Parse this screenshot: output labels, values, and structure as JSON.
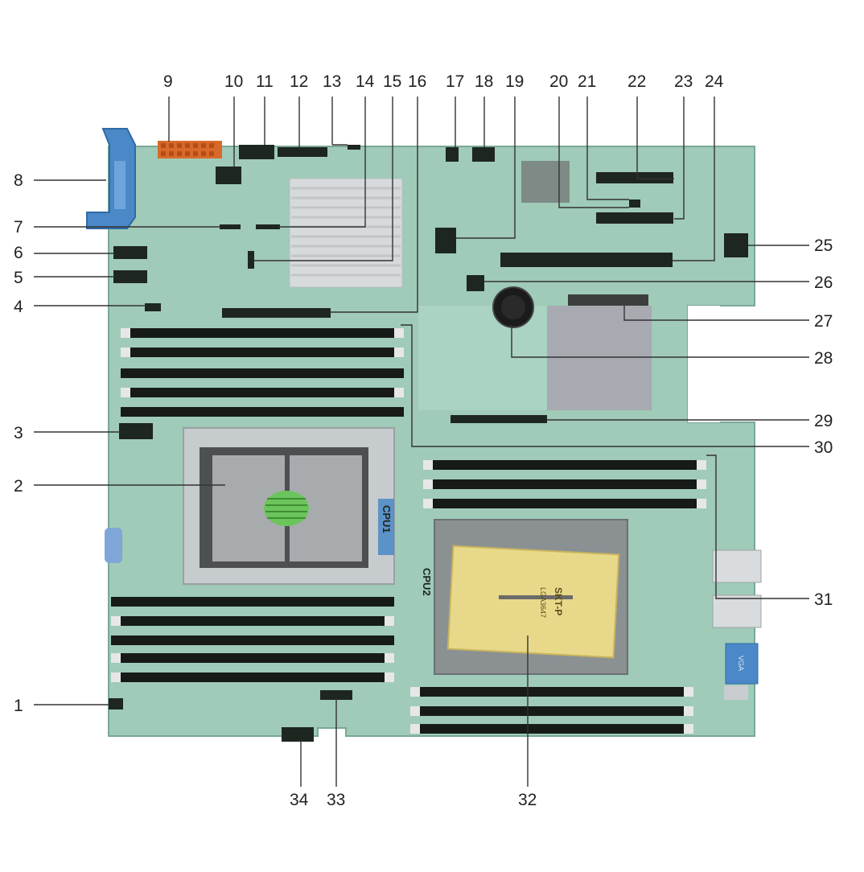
{
  "diagram": {
    "colors": {
      "board": "#9fcbb8",
      "board_dark": "#82b3a0",
      "metal": "#c9cfd2",
      "socket_pad": "#e8d98a",
      "latch_blue": "#4a88c8",
      "connector_orange": "#d9692a",
      "slot_black": "#1e2620",
      "label_text": "#222222"
    },
    "print": {
      "cpu1": "CPU1",
      "cpu2": "CPU2",
      "socket_model": "LGA3647",
      "socket_name": "SKT-P",
      "vga_label": "VGA"
    },
    "callouts": [
      "1",
      "2",
      "3",
      "4",
      "5",
      "6",
      "7",
      "8",
      "9",
      "10",
      "11",
      "12",
      "13",
      "14",
      "15",
      "16",
      "17",
      "18",
      "19",
      "20",
      "21",
      "22",
      "23",
      "24",
      "25",
      "26",
      "27",
      "28",
      "29",
      "30",
      "31",
      "32",
      "33",
      "34"
    ]
  }
}
